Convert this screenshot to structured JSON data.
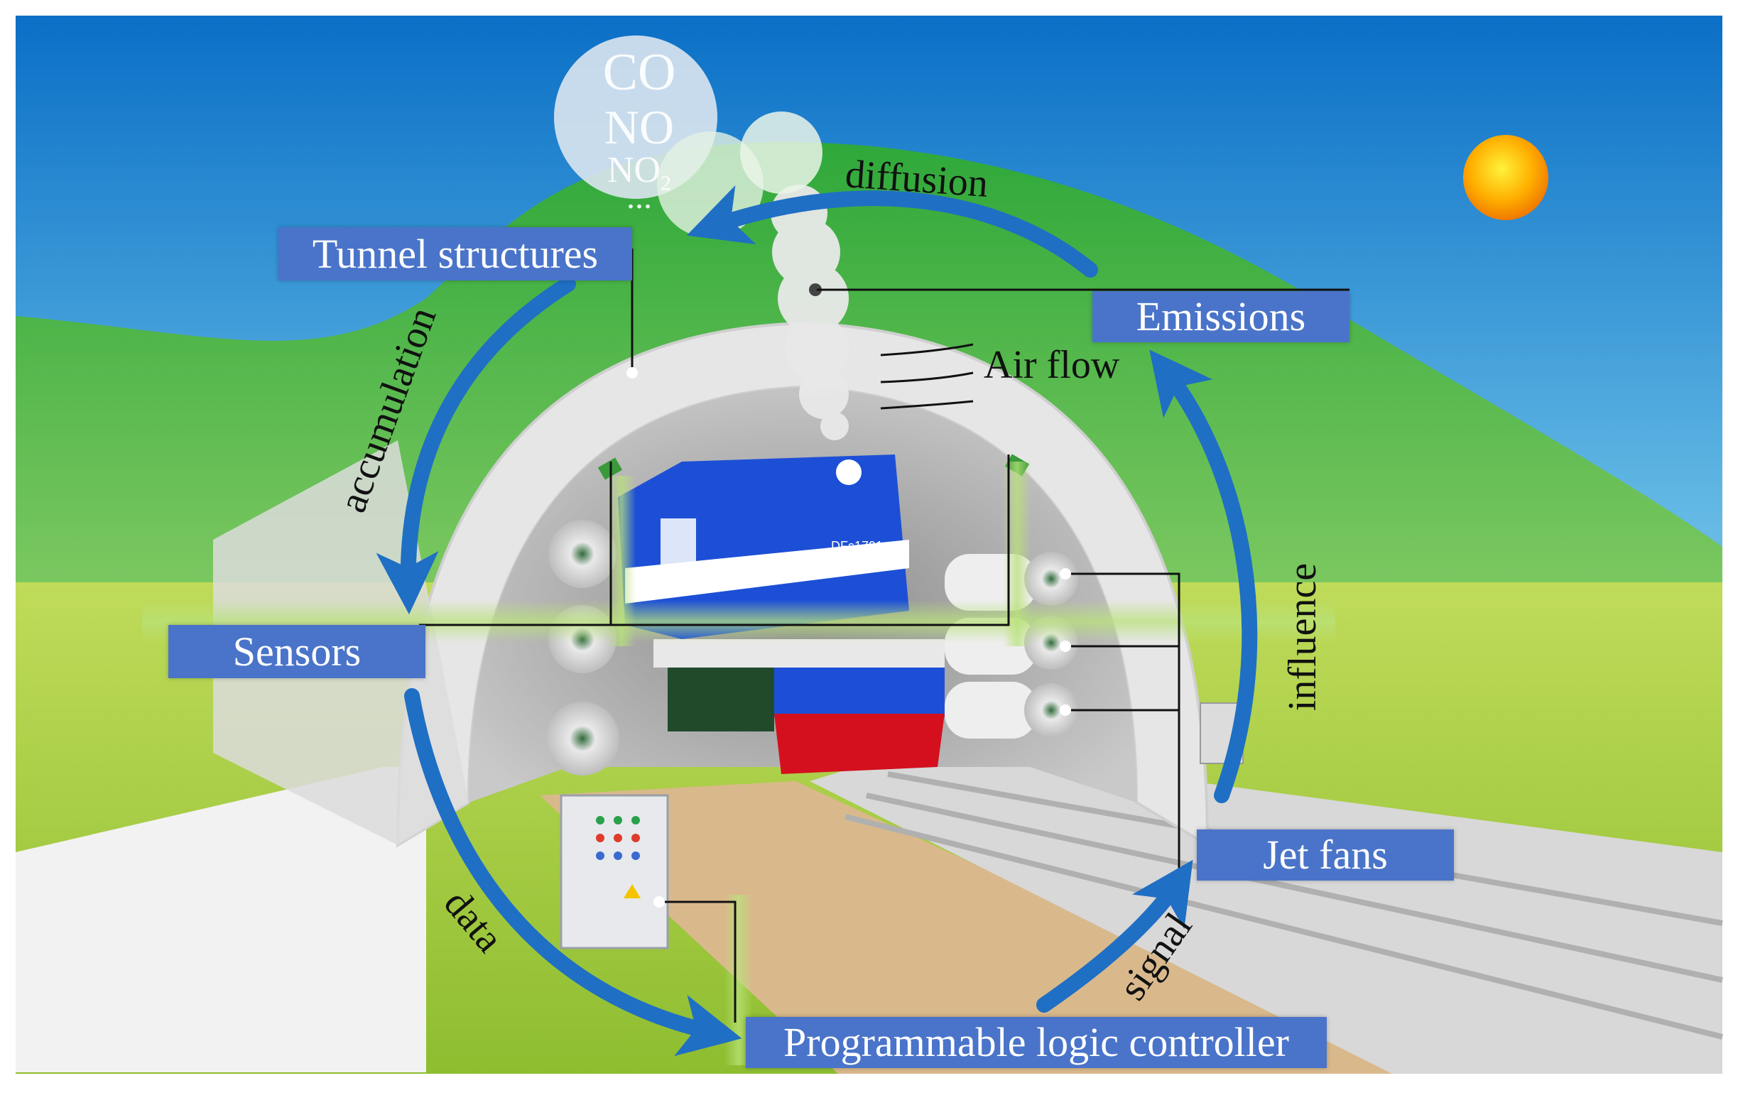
{
  "labels": {
    "tunnel_structures": "Tunnel structures",
    "emissions": "Emissions",
    "sensors": "Sensors",
    "jet_fans": "Jet fans",
    "plc": "Programmable logic controller"
  },
  "arrow_labels": {
    "diffusion": "diffusion",
    "accumulation": "accumulation",
    "influence": "influence",
    "data": "data",
    "signal": "signal"
  },
  "air_flow": "Air flow",
  "gases": {
    "co": "CO",
    "no": "NO",
    "no2_base": "NO",
    "no2_sub": "2",
    "more": "..."
  },
  "train_number": "DFs1791",
  "colors": {
    "label_bg": "#4a74c9",
    "arrow": "#1f6fc4",
    "sky_top": "#0a6fc6",
    "grass": "#a9cf3e",
    "train_blue": "#1d4fd6",
    "train_red": "#d4101e"
  }
}
